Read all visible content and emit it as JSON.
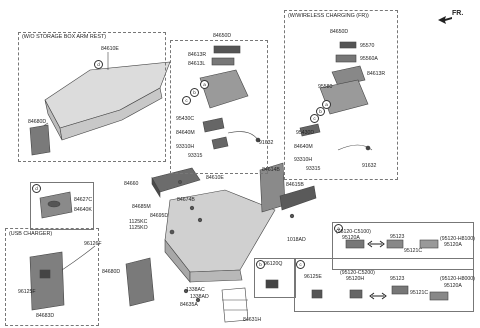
{
  "fr_label": "FR.",
  "boxes": {
    "wo_storage": "(W/O STORAGE BOX ARM REST)",
    "wireless": "(W/WIRELESS CHARGING (FR))",
    "usb": "(USB CHARGER)"
  },
  "circle_markers": {
    "a": "a",
    "b": "b",
    "c": "c",
    "d": "d"
  },
  "labels": {
    "p84610E_a": "84610E",
    "p84680D_a": "84680D",
    "p84650D_a": "84650D",
    "p84613R_a": "84613R",
    "p84613L": "84613L",
    "p95430C_a": "95430C",
    "p84640M_a": "84640M",
    "p93310H_a": "93310H",
    "p93315_a": "93315",
    "p91632_a": "91632",
    "p84650D_b": "84650D",
    "p95570": "95570",
    "p95560A": "95560A",
    "p84613R_b": "84613R",
    "p95580": "95580",
    "p95430D": "95430D",
    "p84640M_b": "84640M",
    "p93310H_b": "93310H",
    "p93315_b": "93315",
    "p91632_b": "91632",
    "p84627C": "84627C",
    "p84640K": "84640K",
    "p84660": "84660",
    "p84610E_b": "84610E",
    "p84614B": "84614B",
    "p84615B": "84615B",
    "p84685M": "84685M",
    "p84674B": "84674B",
    "p84695D": "84695D",
    "p1125KC": "1125KC",
    "p1125KO": "1125KO",
    "p96126F": "96126F",
    "p84680D_b": "84680D",
    "p96125F": "96125F",
    "p84683D": "84683D",
    "p1018AD": "1018AD",
    "p1338AC": "1338AC",
    "p1338AD": "1338AD",
    "p84635A": "84635A",
    "p84631H": "84631H"
  },
  "callout_a": {
    "code1": "(95120-C5100)",
    "part1": "95120A",
    "p95123": "95123",
    "p95121C": "95121C",
    "code2": "(95120-H8100)",
    "part2": "95120A"
  },
  "callout_b": {
    "part": "96120Q"
  },
  "callout_c": {
    "p96125E": "96125E",
    "code1": "(95120-C5200)",
    "part1": "95120H",
    "p95123": "95123",
    "p95121C": "95121C",
    "code2": "(95120-H8000)",
    "part2": "95120A"
  }
}
